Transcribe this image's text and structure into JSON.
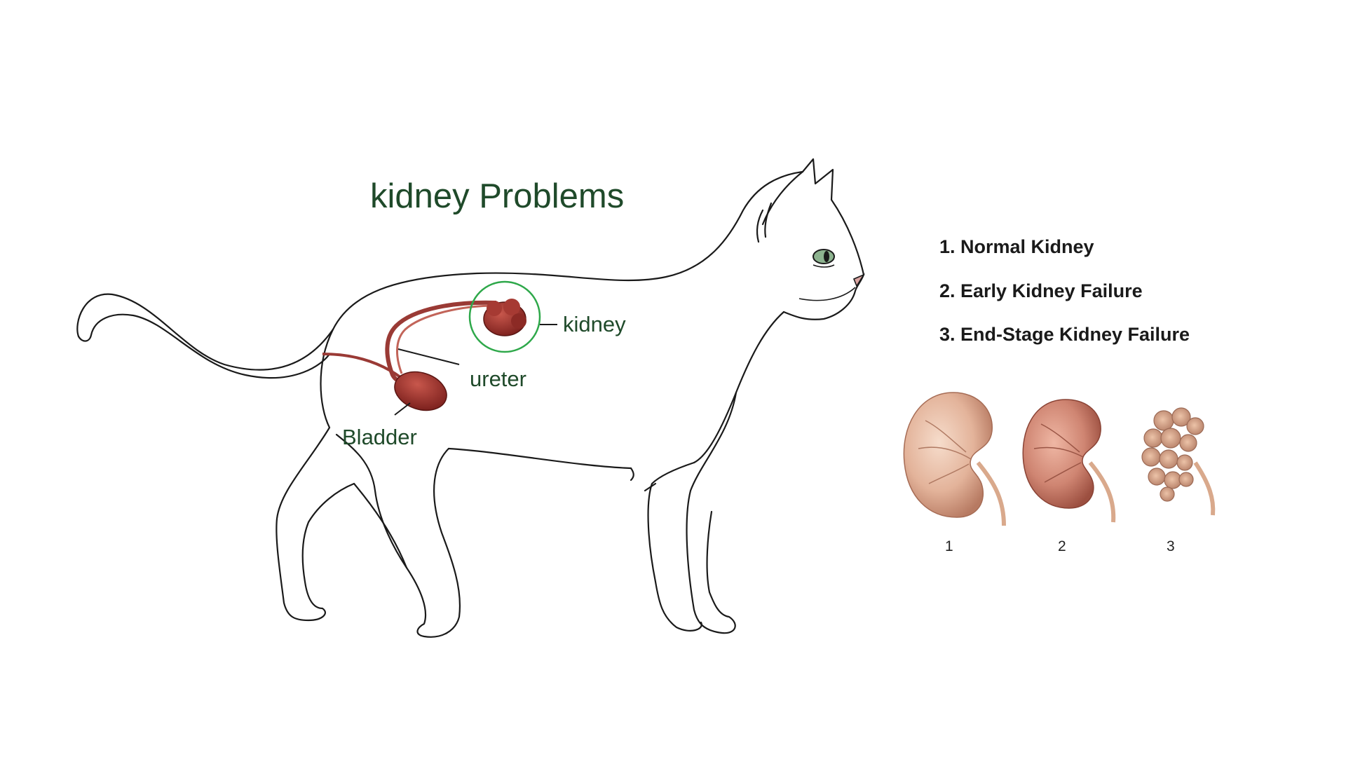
{
  "diagram": {
    "title": "kidney Problems",
    "labels": {
      "kidney": "kidney",
      "ureter": "ureter",
      "bladder": "Bladder"
    }
  },
  "legend": {
    "items": [
      "1. Normal Kidney",
      "2. Early Kidney Failure",
      "3. End-Stage Kidney Failure"
    ]
  },
  "kidney_panel": {
    "numbers": [
      "1",
      "2",
      "3"
    ]
  },
  "colors": {
    "label_green": "#1f4a2a",
    "highlight_circle": "#2ea84a",
    "organ_red": "#a0302a"
  }
}
